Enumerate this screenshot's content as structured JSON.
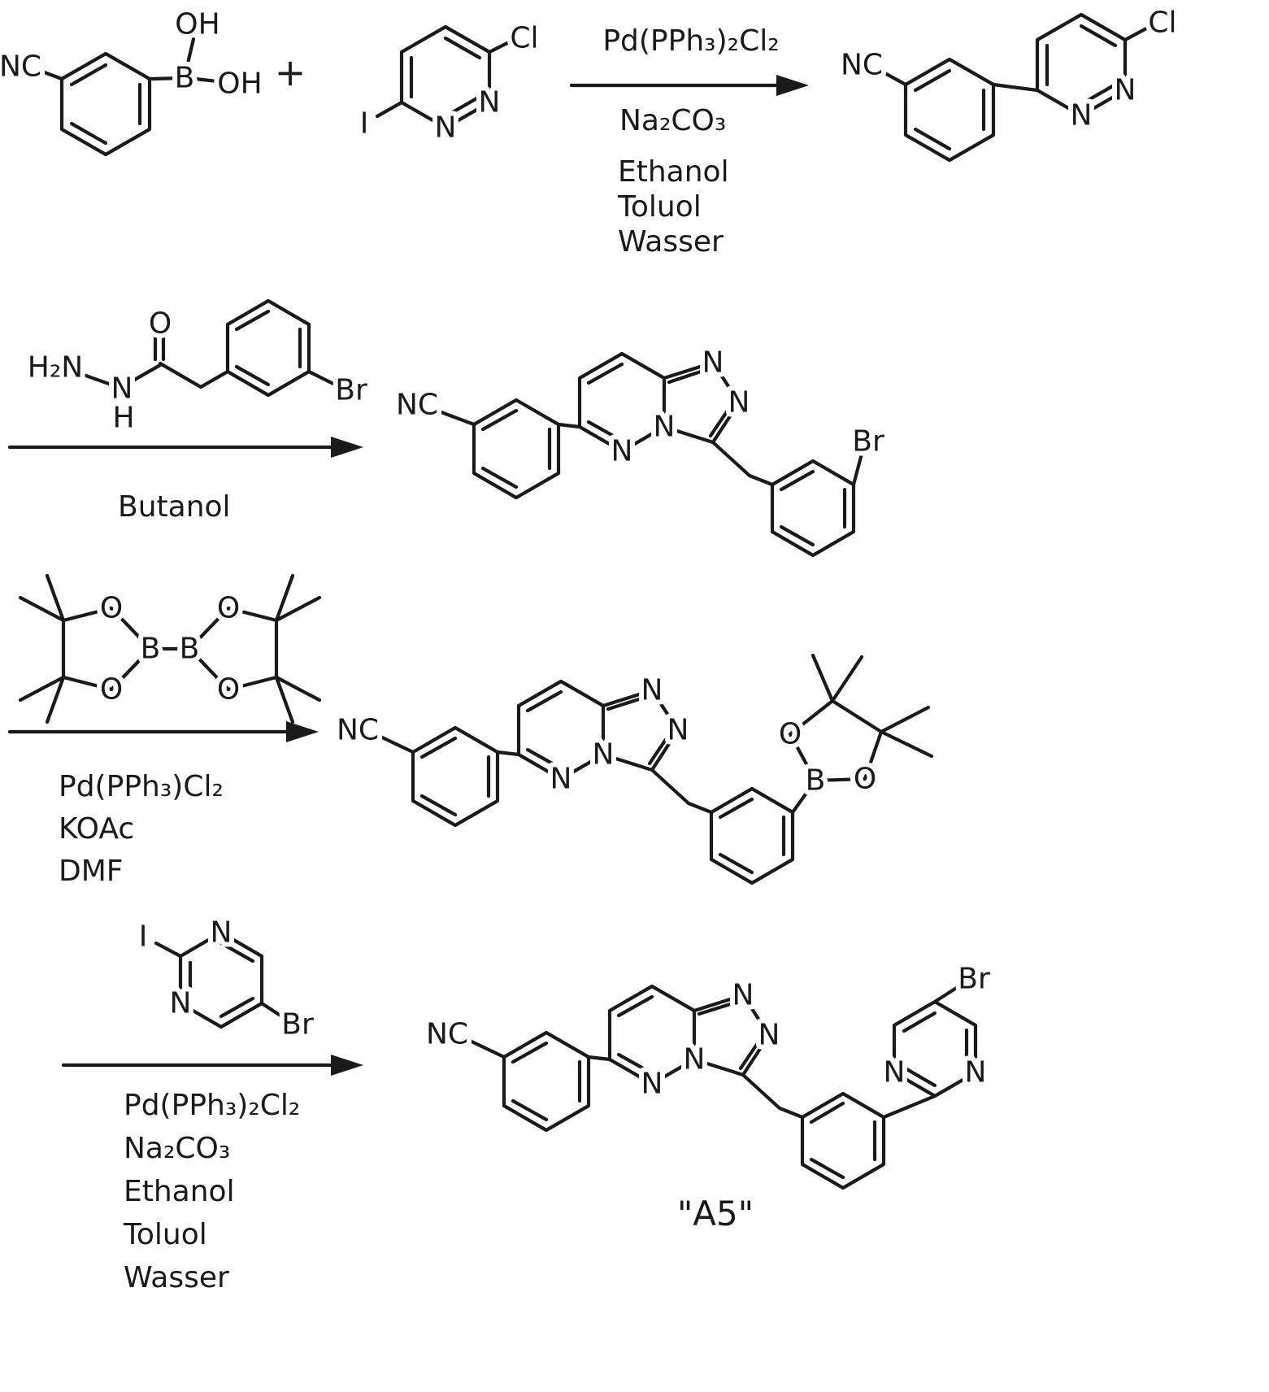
{
  "colors": {
    "ink": "#1a1a1a",
    "background": "#ffffff"
  },
  "reaction": {
    "plus": "+",
    "steps": [
      {
        "above": [
          "Pd(PPh₃)₂Cl₂"
        ],
        "below": [
          "Na₂CO₃",
          "Ethanol",
          "Toluol",
          "Wasser"
        ]
      },
      {
        "above": [],
        "below": [
          "Butanol"
        ]
      },
      {
        "above": [],
        "below": [
          "Pd(PPh₃)Cl₂",
          "KOAc",
          "DMF"
        ]
      },
      {
        "above": [],
        "below": [
          "Pd(PPh₃)₂Cl₂",
          "Na₂CO₃",
          "Ethanol",
          "Toluol",
          "Wasser"
        ]
      }
    ],
    "product_caption": "\"A5\""
  },
  "molecules": {
    "arylboronic_acid": {
      "atoms": [
        "NC",
        "OH",
        "B",
        "OH"
      ]
    },
    "iodopyridazine": {
      "atoms": [
        "Cl",
        "I",
        "N",
        "N"
      ]
    },
    "coupling_product": {
      "atoms": [
        "NC",
        "N",
        "N",
        "Cl"
      ]
    },
    "hydrazide": {
      "atoms": [
        "H₂N",
        "N",
        "H",
        "O",
        "Br"
      ]
    },
    "triazolopyridazine_bromide": {
      "atoms": [
        "NC",
        "N",
        "N",
        "N",
        "N",
        "Br"
      ]
    },
    "bispinacolatodiboron": {
      "atoms": [
        "O",
        "O",
        "B",
        "B",
        "O",
        "O"
      ]
    },
    "boronate_ester": {
      "atoms": [
        "NC",
        "N",
        "N",
        "N",
        "N",
        "B",
        "O",
        "O"
      ]
    },
    "bromoiodopyrimidine": {
      "atoms": [
        "I",
        "N",
        "N",
        "Br"
      ]
    },
    "final_product_a5": {
      "atoms": [
        "NC",
        "N",
        "N",
        "N",
        "N",
        "N",
        "N",
        "Br"
      ]
    }
  }
}
